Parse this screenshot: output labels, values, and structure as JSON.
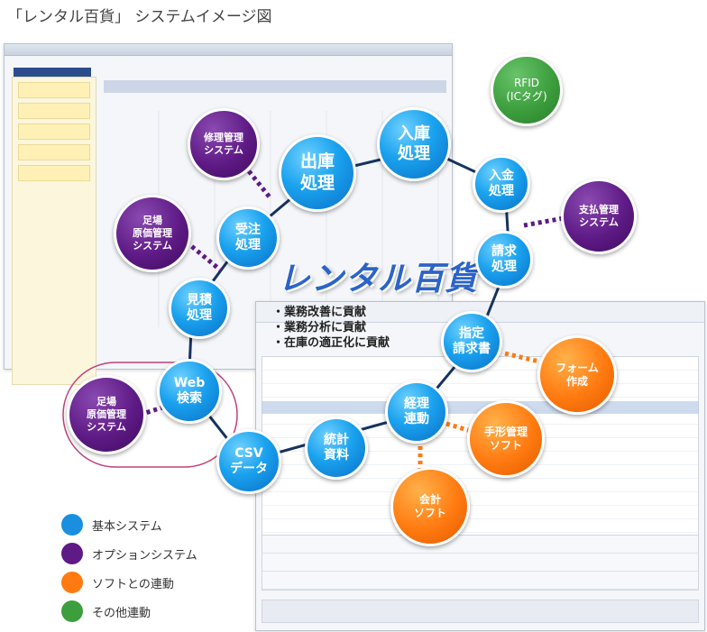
{
  "title": "「レンタル百貨」 システムイメージ図",
  "logo": "レンタル百貨",
  "bullets": [
    "・業務改善に貢献",
    "・業務分析に貢献",
    "・在庫の適正化に貢献"
  ],
  "nodes": {
    "nyuko": "入庫\n処理",
    "shukko": "出庫\n処理",
    "nyukin": "入金\n処理",
    "seikyu": "請求\n処理",
    "shitei": "指定\n請求書",
    "keiri": "経理\n連動",
    "toukei": "統計\n資料",
    "csv": "CSV\nデータ",
    "web": "Web\n検索",
    "mitsumori": "見積\n処理",
    "juchu": "受注\n処理",
    "shuri": "修理管理\nシステム",
    "genka1": "足場\n原価管理\nシステム",
    "shiharai": "支払管理\nシステム",
    "genka2": "足場\n原価管理\nシステム",
    "form": "フォーム\n作成",
    "tegata": "手形管理\nソフト",
    "kaikei": "会計\nソフト",
    "rfid": "RFID\n(ICタグ)"
  },
  "legend": [
    {
      "label": "基本システム",
      "color": "#1a8fe0"
    },
    {
      "label": "オプションシステム",
      "color": "#5e1a85"
    },
    {
      "label": "ソフトとの連動",
      "color": "#ff7a10"
    },
    {
      "label": "その他連動",
      "color": "#3c9e3d"
    }
  ],
  "colors": {
    "ring": "#16335f",
    "purple_link": "#5e1a85",
    "orange_link": "#ff7a10",
    "highlight_border": "#c2407a"
  }
}
